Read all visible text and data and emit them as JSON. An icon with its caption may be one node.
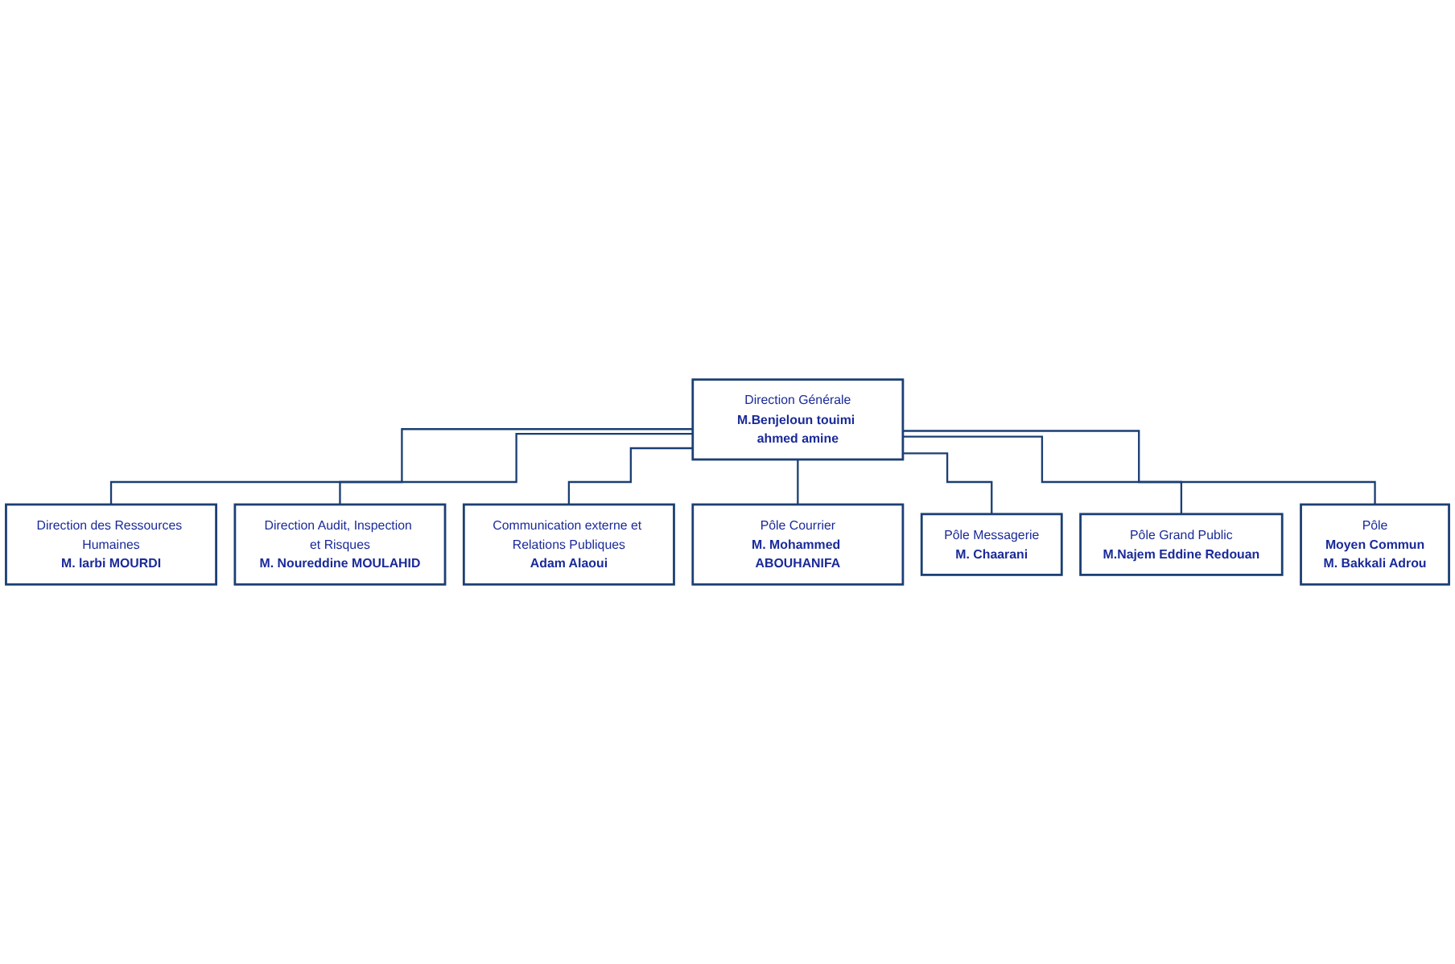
{
  "diagram": {
    "nodes": [
      {
        "text": [
          "Direction Générale",
          "M.Benjeloun touimi ahmed amine"
        ]
      },
      {
        "text": [
          "Direction des Ressources Humaines",
          "M. larbi MOURDI"
        ]
      },
      {
        "text": [
          "Direction Audit, Inspection et Risques",
          "M. Noureddine MOULAHID"
        ]
      },
      {
        "text": [
          "Communication externe et Relations Publiques",
          "Adam Alaoui"
        ]
      },
      {
        "text": [
          "Pôle Courrier",
          "M. Mohammed ABOUHANIFA"
        ]
      },
      {
        "text": [
          "Pôle Messagerie",
          "M. Chaarani"
        ]
      },
      {
        "text": [
          "Pôle Grand Public",
          "M.Najem Eddine Redouan"
        ]
      },
      {
        "text": [
          "Pôle",
          "Moyen Commun",
          "M. Bakkali Adrou"
        ]
      }
    ],
    "edges": [
      {
        "from": 0,
        "to": 1,
        "arrow": "none"
      },
      {
        "from": 0,
        "to": 2,
        "arrow": "none"
      },
      {
        "from": 0,
        "to": 3,
        "arrow": "none"
      },
      {
        "from": 0,
        "to": 4,
        "arrow": "none"
      },
      {
        "from": 0,
        "to": 5,
        "arrow": "none"
      },
      {
        "from": 0,
        "to": 6,
        "arrow": "none"
      },
      {
        "from": 0,
        "to": 7,
        "arrow": "none"
      }
    ]
  }
}
